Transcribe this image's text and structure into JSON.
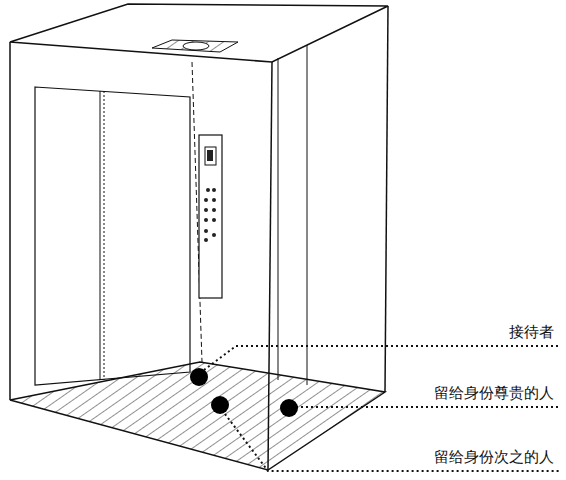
{
  "diagram": {
    "labels": [
      "接待者",
      "留给身份尊贵的人",
      "留给身份次之的人"
    ]
  }
}
